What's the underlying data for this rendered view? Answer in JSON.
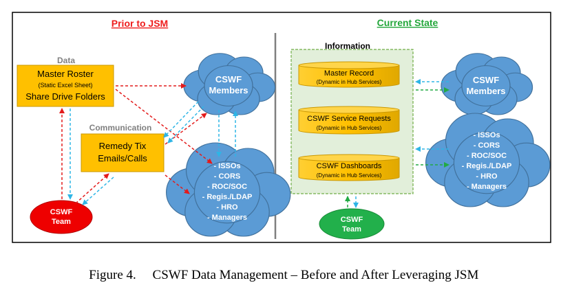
{
  "left": {
    "title": "Prior to JSM",
    "data_label": "Data",
    "master_roster": {
      "line1": "Master Roster",
      "line2": "(Static Excel Sheet)",
      "line3": "Share Drive Folders"
    },
    "communication_label": "Communication",
    "remedy": {
      "line1": "Remedy Tix",
      "line2": "Emails/Calls"
    },
    "members_cloud": {
      "line1": "CSWF",
      "line2": "Members"
    },
    "groups_cloud": [
      "- ISSOs",
      "- CORS",
      "- ROC/SOC",
      "- Regis./LDAP",
      "- HRO",
      "- Managers"
    ],
    "team": {
      "line1": "CSWF",
      "line2": "Team"
    }
  },
  "right": {
    "title": "Current State",
    "information_label": "Information",
    "cylinders": [
      {
        "title": "Master Record",
        "subtitle": "(Dynamic in Hub Services)"
      },
      {
        "title": "CSWF Service Requests",
        "subtitle": "(Dynamic in Hub Services)"
      },
      {
        "title": "CSWF Dashboards",
        "subtitle": "(Dynamic in Hub Services)"
      }
    ],
    "members_cloud": {
      "line1": "CSWF",
      "line2": "Members"
    },
    "groups_cloud": [
      "- ISSOs",
      "- CORS",
      "- ROC/SOC",
      "- Regis./LDAP",
      "- HRO",
      "- Managers"
    ],
    "team": {
      "line1": "CSWF",
      "line2": "Team"
    }
  },
  "caption": {
    "figure": "Figure 4.",
    "text": "CSWF Data Management – Before and After Leveraging JSM"
  },
  "colors": {
    "prior_title": "#ee1c1c",
    "current_title": "#22a63a",
    "box_fill": "#ffc000",
    "box_stroke": "#c99700",
    "cloud_fill": "#5b9bd5",
    "cloud_stroke": "#41719c",
    "team_left": "#ee0000",
    "team_right": "#22b04b",
    "arrow_red": "#e31b1b",
    "arrow_blue": "#2eb5e6",
    "arrow_green": "#22aa44",
    "info_fill": "#e2efda",
    "info_stroke": "#70ad47",
    "label_grey": "#808080"
  }
}
